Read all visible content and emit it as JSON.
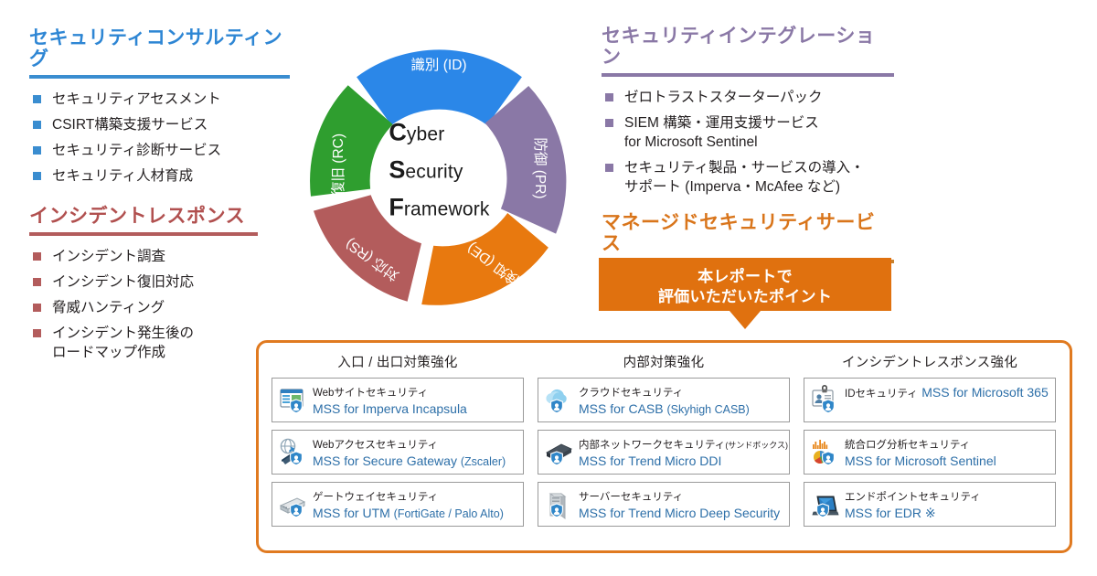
{
  "colors": {
    "blue": "#3a8dd0",
    "red": "#b35c5c",
    "purple": "#8a78a6",
    "orange_rule": "#c8822e",
    "orange_banner": "#e0710f",
    "box_border": "#e07a20",
    "mss_text": "#2d6fa8",
    "wheel_id": "#2b87e8",
    "wheel_pr": "#8a78a6",
    "wheel_de": "#e8790f",
    "wheel_rs": "#b35c5c",
    "wheel_rc": "#2f9e2f"
  },
  "panels": {
    "consulting": {
      "title": "セキュリティコンサルティング",
      "items": [
        "セキュリティアセスメント",
        "CSIRT構築支援サービス",
        "セキュリティ診断サービス",
        "セキュリティ人材育成"
      ]
    },
    "incident_response": {
      "title": "インシデントレスポンス",
      "items": [
        "インシデント調査",
        "インシデント復旧対応",
        "脅威ハンティング",
        "インシデント発生後の\nロードマップ作成"
      ]
    },
    "integration": {
      "title": "セキュリティインテグレーション",
      "items": [
        "ゼロトラストスターターパック",
        "SIEM 構築・運用支援サービス\nfor Microsoft Sentinel",
        "セキュリティ製品・サービスの導入・\nサポート (Imperva・McAfee など)"
      ]
    },
    "managed": {
      "title": "マネージドセキュリティサービス"
    }
  },
  "wheel": {
    "center_lines": [
      {
        "cap": "C",
        "rest": "yber"
      },
      {
        "cap": "S",
        "rest": "ecurity"
      },
      {
        "cap": "F",
        "rest": "ramework"
      }
    ],
    "segments": [
      {
        "id": "identify",
        "label": "識別 (ID)",
        "color": "#2b87e8"
      },
      {
        "id": "protect",
        "label": "防御 (PR)",
        "color": "#8a78a6"
      },
      {
        "id": "detect",
        "label": "検知 (DE)",
        "color": "#e8790f"
      },
      {
        "id": "respond",
        "label": "対応 (RS)",
        "color": "#b35c5c"
      },
      {
        "id": "recover",
        "label": "復旧 (RC)",
        "color": "#2f9e2f"
      }
    ]
  },
  "banner": {
    "line1": "本レポートで",
    "line2": "評価いただいたポイント"
  },
  "service_columns": [
    {
      "header": "入口 / 出口対策強化",
      "cards": [
        {
          "icon": "website-icon",
          "category": "Webサイトセキュリティ",
          "small": "",
          "name": "MSS for Imperva Incapsula",
          "paren": ""
        },
        {
          "icon": "globe-icon",
          "category": "Webアクセスセキュリティ",
          "small": "",
          "name": "MSS for Secure Gateway",
          "paren": "(Zscaler)"
        },
        {
          "icon": "appliance-icon",
          "category": "ゲートウェイセキュリティ",
          "small": "",
          "name": "MSS for UTM",
          "paren": "(FortiGate / Palo Alto)"
        }
      ]
    },
    {
      "header": "内部対策強化",
      "cards": [
        {
          "icon": "cloud-icon",
          "category": "クラウドセキュリティ",
          "small": "",
          "name": "MSS for CASB",
          "paren": "(Skyhigh CASB)"
        },
        {
          "icon": "server-box-icon",
          "category": "内部ネットワークセキュリティ",
          "small": "(サンドボックス)",
          "name": "MSS for Trend Micro DDI",
          "paren": ""
        },
        {
          "icon": "server-icon",
          "category": "サーバーセキュリティ",
          "small": "",
          "name": "MSS for Trend Micro Deep Security",
          "paren": ""
        }
      ]
    },
    {
      "header": "インシデントレスポンス強化",
      "cards": [
        {
          "icon": "id-card-icon",
          "category": "IDセキュリティ",
          "small": "",
          "name": "MSS for Microsoft 365",
          "paren": ""
        },
        {
          "icon": "analytics-icon",
          "category": "統合ログ分析セキュリティ",
          "small": "",
          "name": "MSS for Microsoft Sentinel",
          "paren": ""
        },
        {
          "icon": "laptop-icon",
          "category": "エンドポイントセキュリティ",
          "small": "",
          "name": "MSS for EDR ※",
          "paren": ""
        }
      ]
    }
  ]
}
